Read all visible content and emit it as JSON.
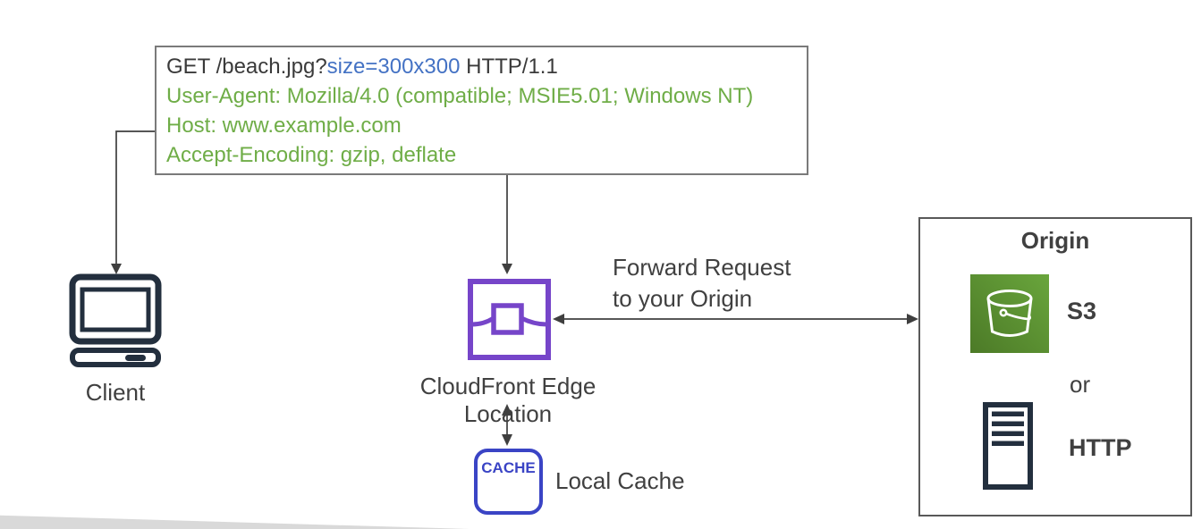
{
  "diagram": {
    "request": {
      "line1": {
        "method_path": "GET /beach.jpg?",
        "query": "size=300x300",
        "protocol": " HTTP/1.1"
      },
      "user_agent": "User-Agent: Mozilla/4.0 (compatible; MSIE5.01; Windows NT)",
      "host": "Host: www.example.com",
      "accept_encoding": "Accept-Encoding: gzip, deflate"
    },
    "client": {
      "label": "Client"
    },
    "cloudfront": {
      "label": "CloudFront Edge Location"
    },
    "cache": {
      "badge": "CACHE",
      "label": "Local Cache"
    },
    "forward_annotation": {
      "line1": "Forward Request",
      "line2": "to your Origin"
    },
    "origin": {
      "title": "Origin",
      "s3_label": "S3",
      "or_label": "or",
      "http_label": "HTTP"
    }
  },
  "colors": {
    "request_query_blue": "#4472c4",
    "request_header_green": "#6fad47",
    "cloudfront_purple": "#7645c9",
    "cache_blue": "#3a44c5",
    "icon_navy": "#232f3e",
    "s3_green_dark": "#4c7a27",
    "s3_green_light": "#69a53c",
    "label_gray": "#404040"
  }
}
